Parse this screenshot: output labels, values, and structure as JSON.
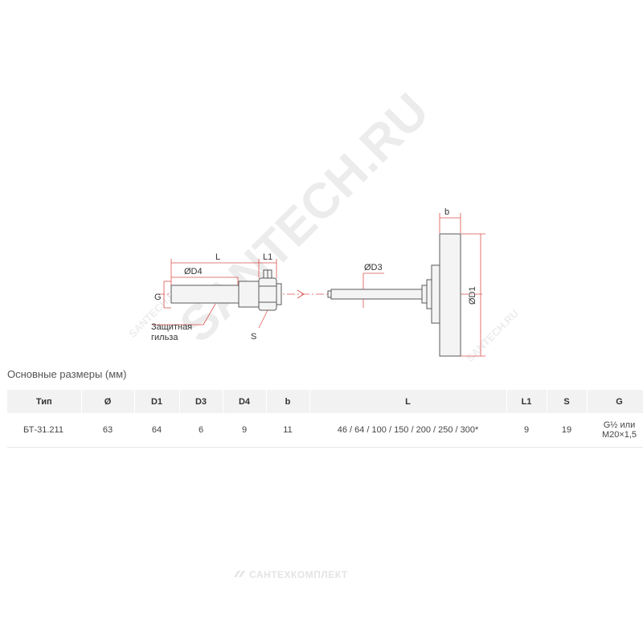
{
  "drawing": {
    "labels": {
      "L_left": "L",
      "L1": "L1",
      "D4": "ØD4",
      "G": "G",
      "sleeve_line1": "Защитная",
      "sleeve_line2": "гильза",
      "S": "S",
      "D3": "ØD3",
      "b": "b",
      "D1": "ØD1"
    },
    "colors": {
      "line": "#5a5a5a",
      "dimension": "#d9534f",
      "fill": "#f4f4f4"
    }
  },
  "watermark": {
    "main": "SANTECH.RU",
    "small": "SANTECH.RU"
  },
  "caption": "Основные размеры (мм)",
  "table": {
    "headers": [
      "Тип",
      "Ø",
      "D1",
      "D3",
      "D4",
      "b",
      "L",
      "L1",
      "S",
      "G"
    ],
    "row": {
      "type": "БТ-31.211",
      "dia": "63",
      "d1": "64",
      "d3": "6",
      "d4": "9",
      "b": "11",
      "l": "46 / 64 / 100 / 150 / 200 / 250 / 300*",
      "l1": "9",
      "s": "19",
      "g_line1": "G½ или",
      "g_line2": "M20×1,5"
    }
  },
  "footer": {
    "brand": "САНТЕХКОМПЛЕКТ",
    "icon": "brand-logo-icon"
  }
}
